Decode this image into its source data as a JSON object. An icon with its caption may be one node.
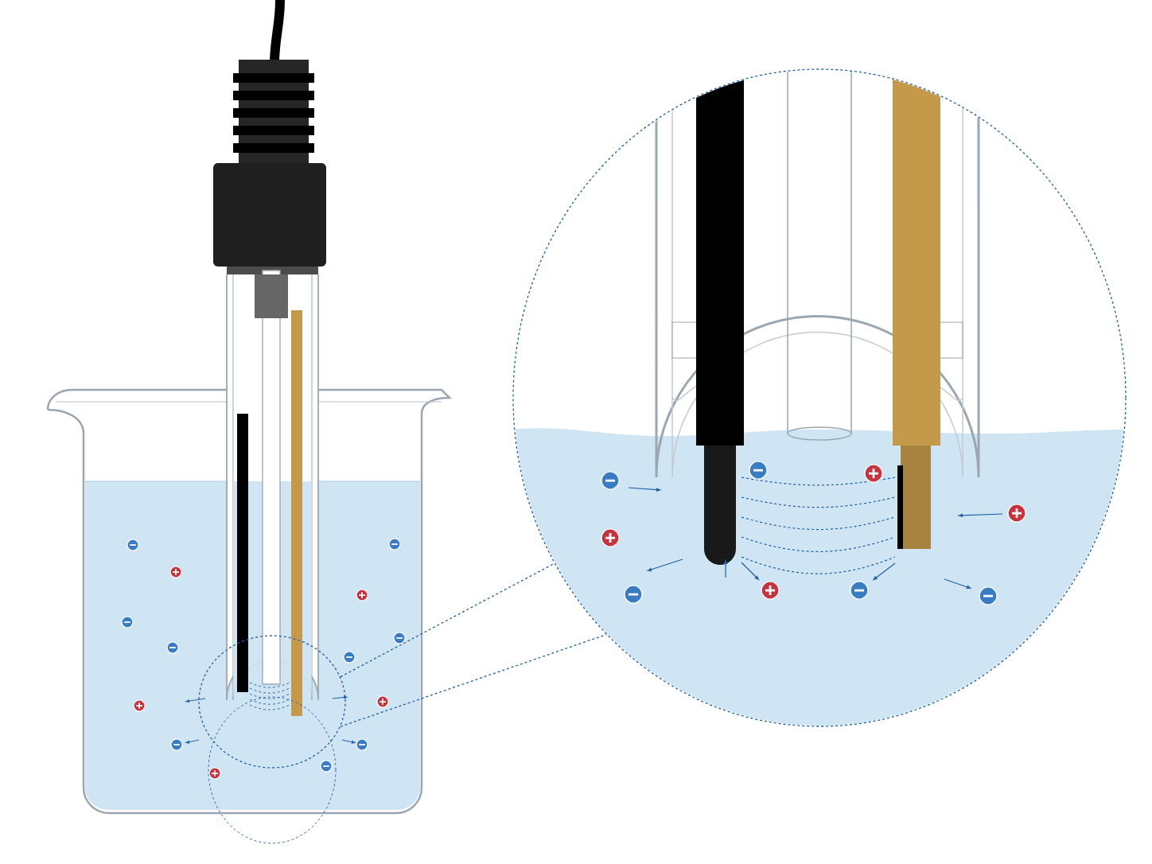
{
  "diagram": {
    "nodes": [
      {
        "text": [],
        "shape": "circle"
      },
      {
        "text": [],
        "shape": "circle"
      }
    ],
    "edges": [
      {
        "from": 0,
        "to": 1,
        "arrow": "none",
        "style": "dashed"
      },
      {
        "from": 0,
        "to": 1,
        "arrow": "none",
        "style": "dashed"
      }
    ]
  }
}
